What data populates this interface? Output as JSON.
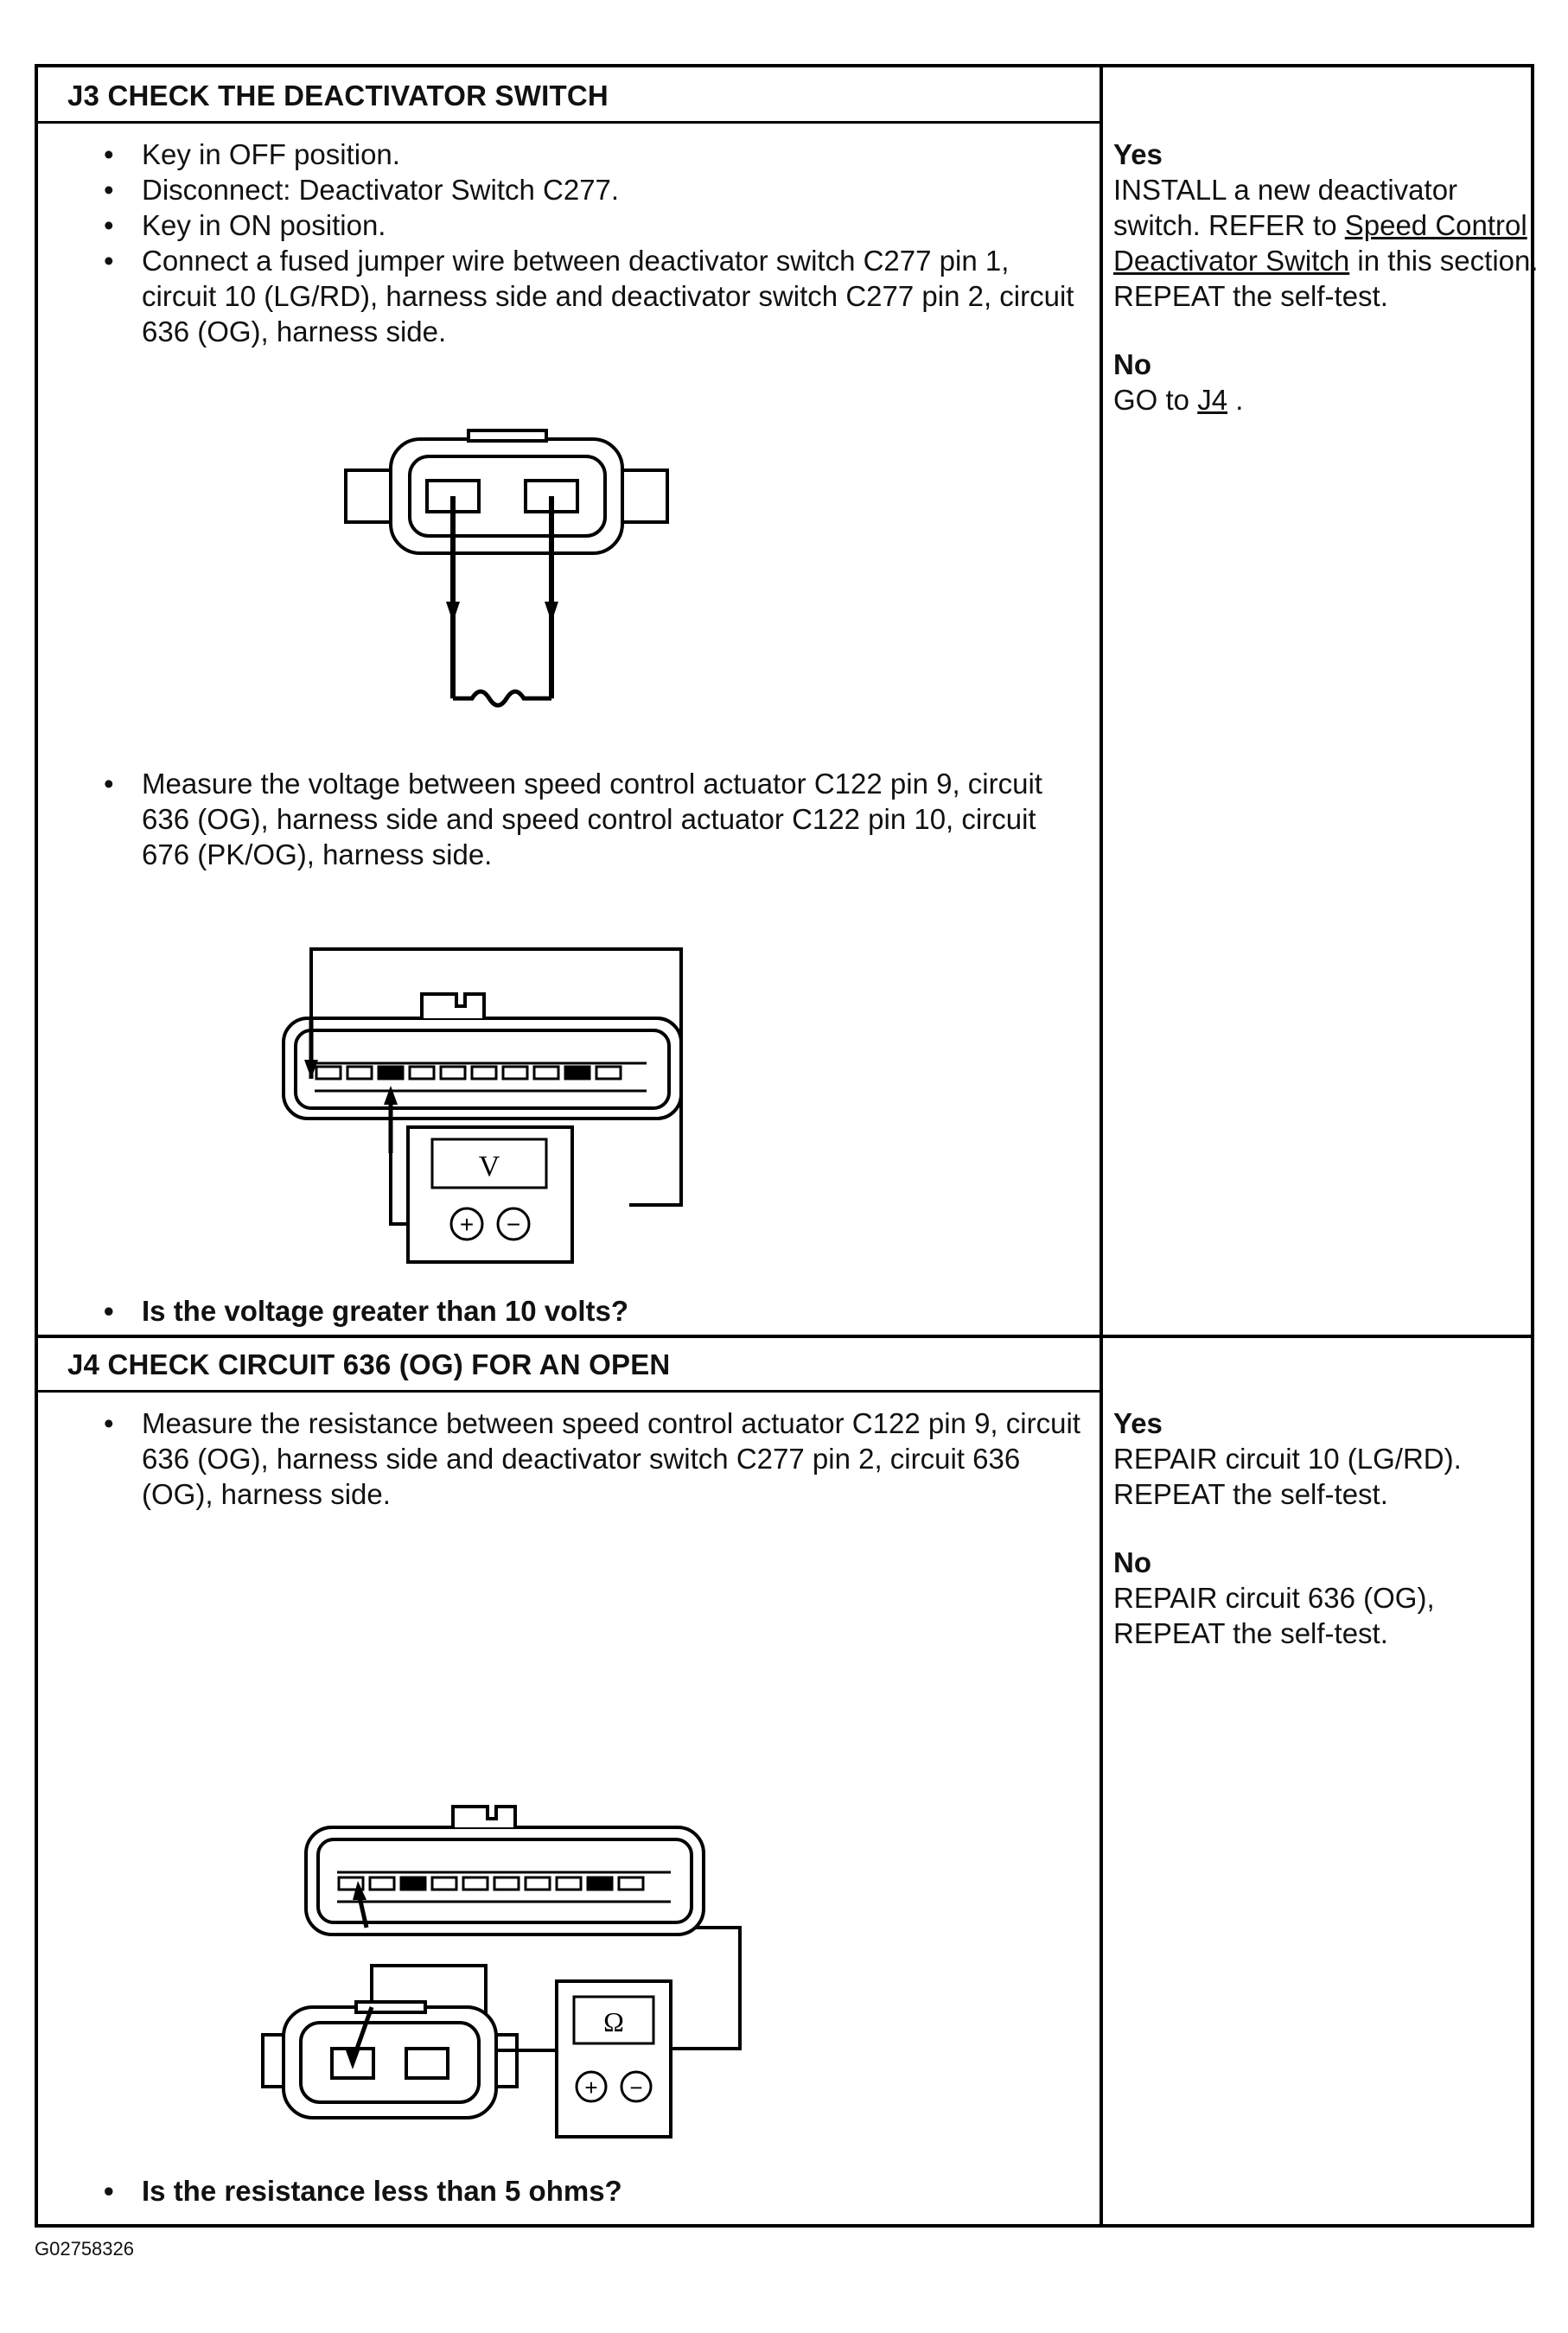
{
  "sections": [
    {
      "title": "J3 CHECK THE DEACTIVATOR SWITCH",
      "steps_a": [
        "Key in OFF position.",
        "Disconnect: Deactivator Switch C277.",
        "Key in ON position.",
        "Connect a fused jumper wire between deactivator switch C277 pin 1, circuit 10 (LG/RD), harness side and deactivator switch C277 pin 2, circuit 636 (OG), harness side."
      ],
      "steps_b": [
        "Measure the voltage between speed control actuator C122 pin 9, circuit 636 (OG), harness side and speed control actuator C122 pin 10, circuit 676 (PK/OG), harness side."
      ],
      "question": "Is the voltage greater than 10 volts?",
      "meter_symbol": "V",
      "yes_label": "Yes",
      "yes_pre": "INSTALL a new deactivator switch. REFER to ",
      "yes_link": "Speed Control Deactivator Switch",
      "yes_post": " in this section. REPEAT the self-test.",
      "no_label": "No",
      "no_pre": "GO to ",
      "no_link": "J4",
      "no_post": " ."
    },
    {
      "title": "J4 CHECK CIRCUIT 636 (OG) FOR AN OPEN",
      "steps_a": [
        "Measure the resistance between speed control actuator C122 pin 9, circuit 636 (OG), harness side and deactivator switch C277 pin 2, circuit 636 (OG), harness side."
      ],
      "question": "Is the resistance less than 5 ohms?",
      "meter_symbol": "Ω",
      "yes_label": "Yes",
      "yes_text": "REPAIR circuit 10 (LG/RD). REPEAT the self-test.",
      "no_label": "No",
      "no_text": "REPAIR circuit 636 (OG), REPEAT the self-test."
    }
  ],
  "figure_id": "G02758326",
  "meter_plus": "+",
  "meter_minus": "−"
}
